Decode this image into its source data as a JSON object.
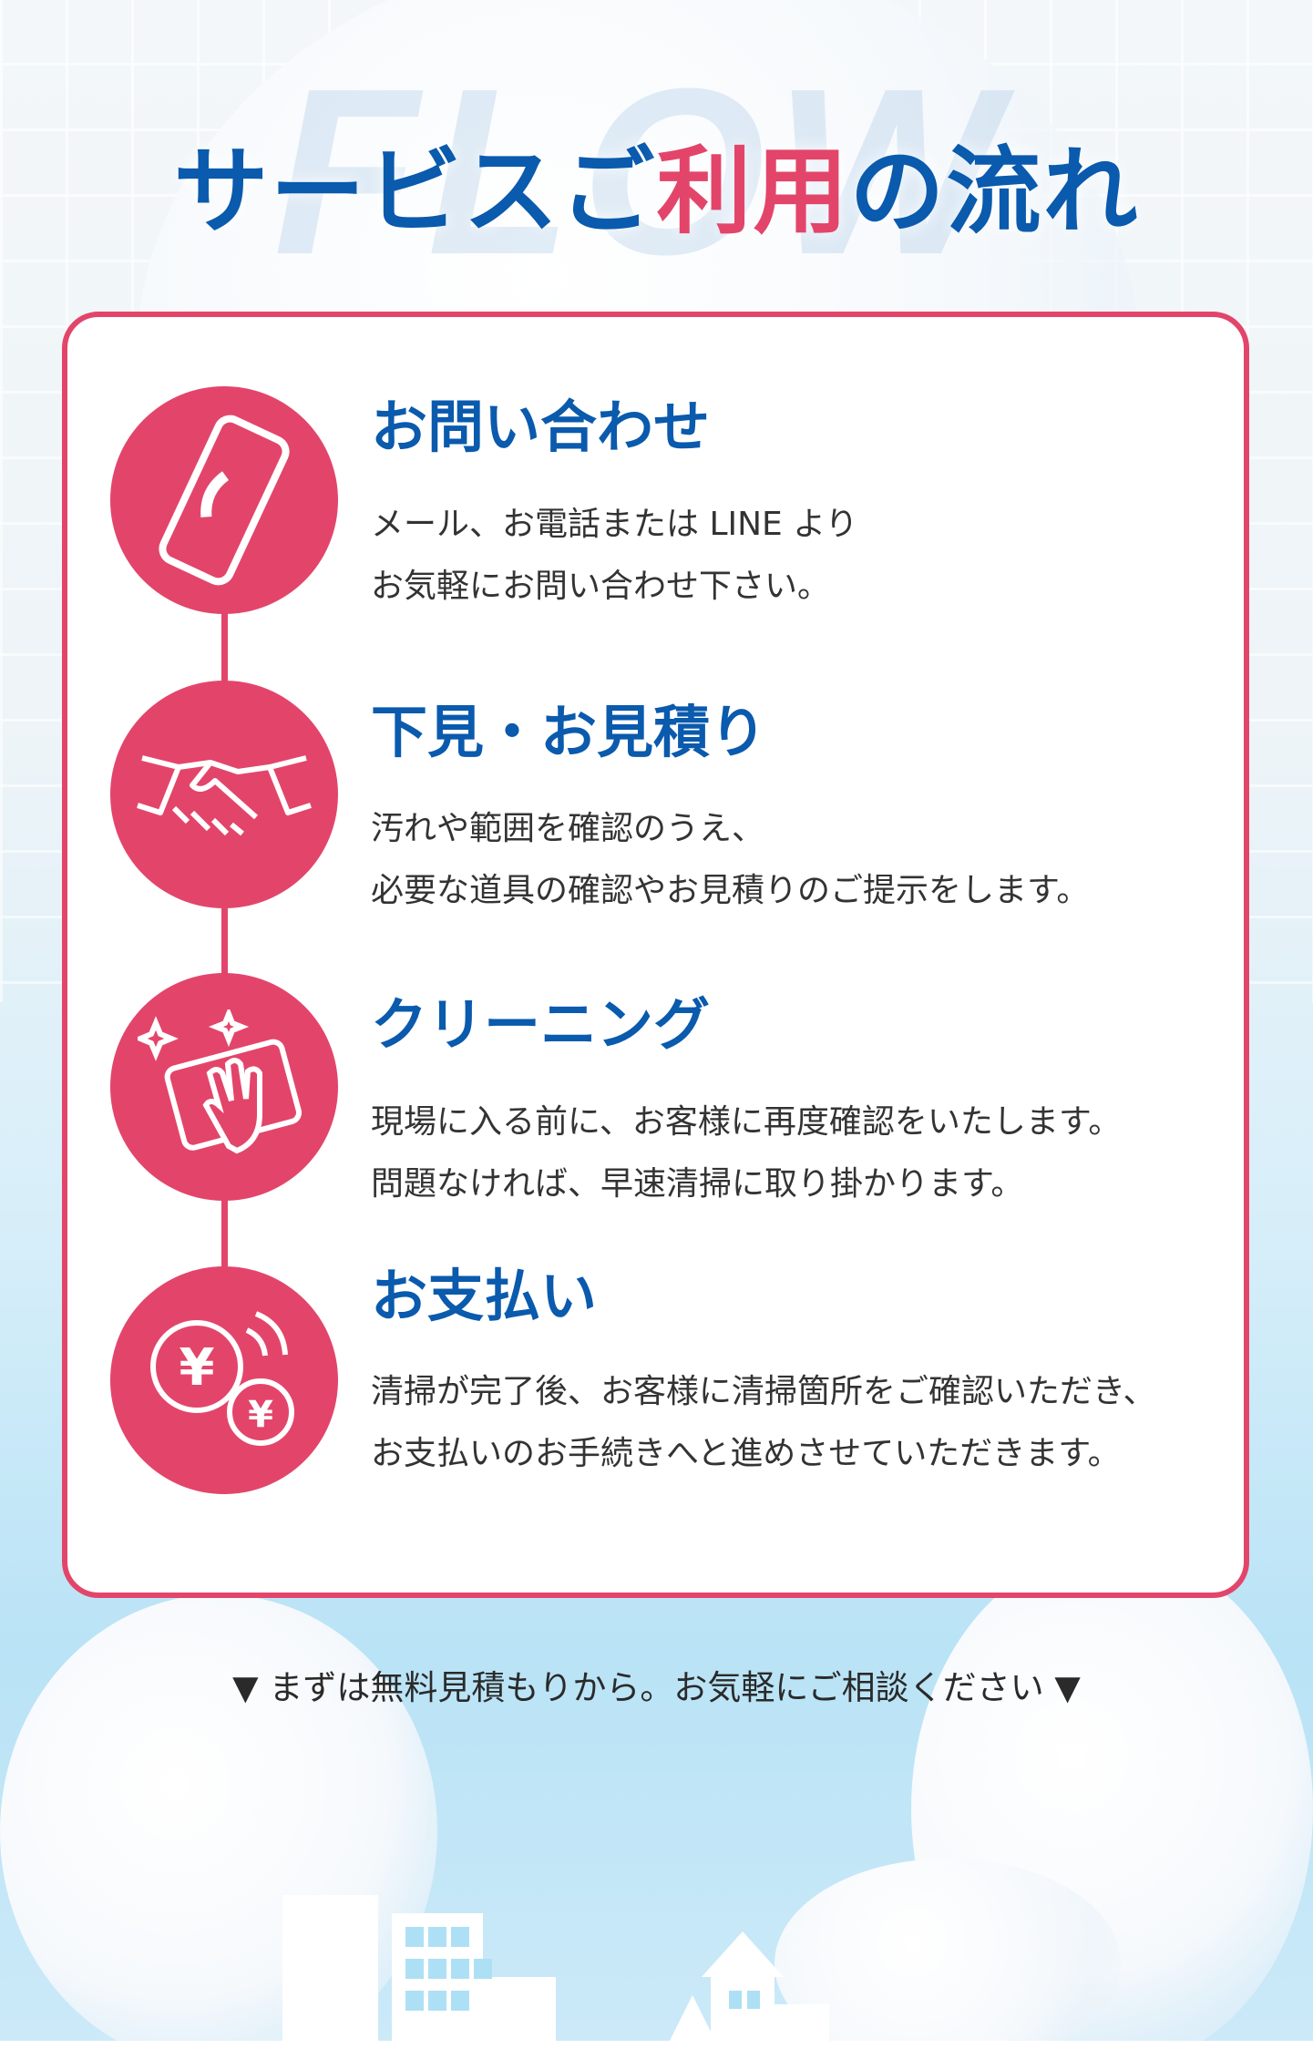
{
  "background_word": "FLOW",
  "title": {
    "part1": "サービスご",
    "highlight": "利用",
    "part2": "の流れ"
  },
  "steps": [
    {
      "icon": "smartphone-call-icon",
      "title": "お問い合わせ",
      "lines": [
        "メール、お電話または LINE より",
        "お気軽にお問い合わせ下さい。"
      ]
    },
    {
      "icon": "handshake-icon",
      "title": "下見・お見積り",
      "lines": [
        "汚れや範囲を確認のうえ、",
        "必要な道具の確認やお見積りのご提示をします。"
      ]
    },
    {
      "icon": "cleaning-wipe-icon",
      "title": "クリーニング",
      "lines": [
        "現場に入る前に、お客様に再度確認をいたします。",
        "問題なければ、早速清掃に取り掛かります。"
      ]
    },
    {
      "icon": "yen-coins-icon",
      "title": "お支払い",
      "lines": [
        "清掃が完了後、お客様に清掃箇所をご確認いただき、",
        "お支払いのお手続きへと進めさせていただきます。"
      ]
    }
  ],
  "footer": {
    "arrow": "▼",
    "text": "まずは無料見積もりから。お気軽にご相談ください"
  },
  "colors": {
    "accent": "#e3456a",
    "brand": "#0a5aad"
  }
}
